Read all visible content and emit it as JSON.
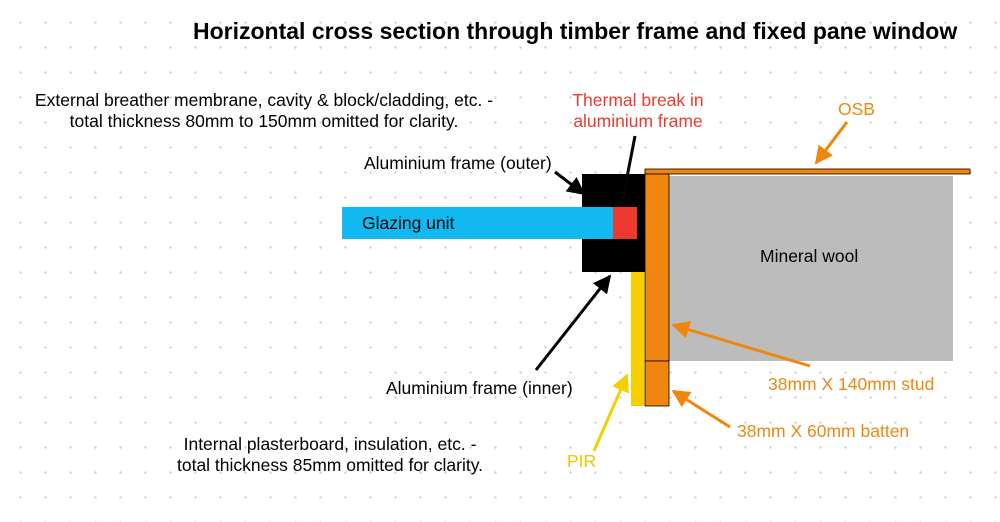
{
  "title": "Horizontal cross section through timber frame and fixed pane window",
  "notes": {
    "external": {
      "line1": "External breather membrane, cavity & block/cladding, etc. -",
      "line2": "total thickness 80mm to 150mm omitted for clarity."
    },
    "internal": {
      "line1": "Internal plasterboard, insulation, etc. -",
      "line2": "total thickness 85mm omitted for clarity."
    }
  },
  "labels": {
    "thermal_break": {
      "line1": "Thermal break in",
      "line2": "aluminium frame"
    },
    "osb": "OSB",
    "aluminium_outer": "Aluminium frame (outer)",
    "glazing_unit": "Glazing unit",
    "mineral_wool": "Mineral wool",
    "aluminium_inner": "Aluminium frame (inner)",
    "stud": "38mm X 140mm stud",
    "batten": "38mm X 60mm batten",
    "pir": "PIR"
  },
  "colors": {
    "glazing": "#12b9f0",
    "aluminium": "#000000",
    "thermal_break": "#ee3a2e",
    "timber": "#f0860e",
    "osb_label": "#ea8a12",
    "mineral_wool": "#bcbcbc",
    "pir": "#f7ce00"
  }
}
